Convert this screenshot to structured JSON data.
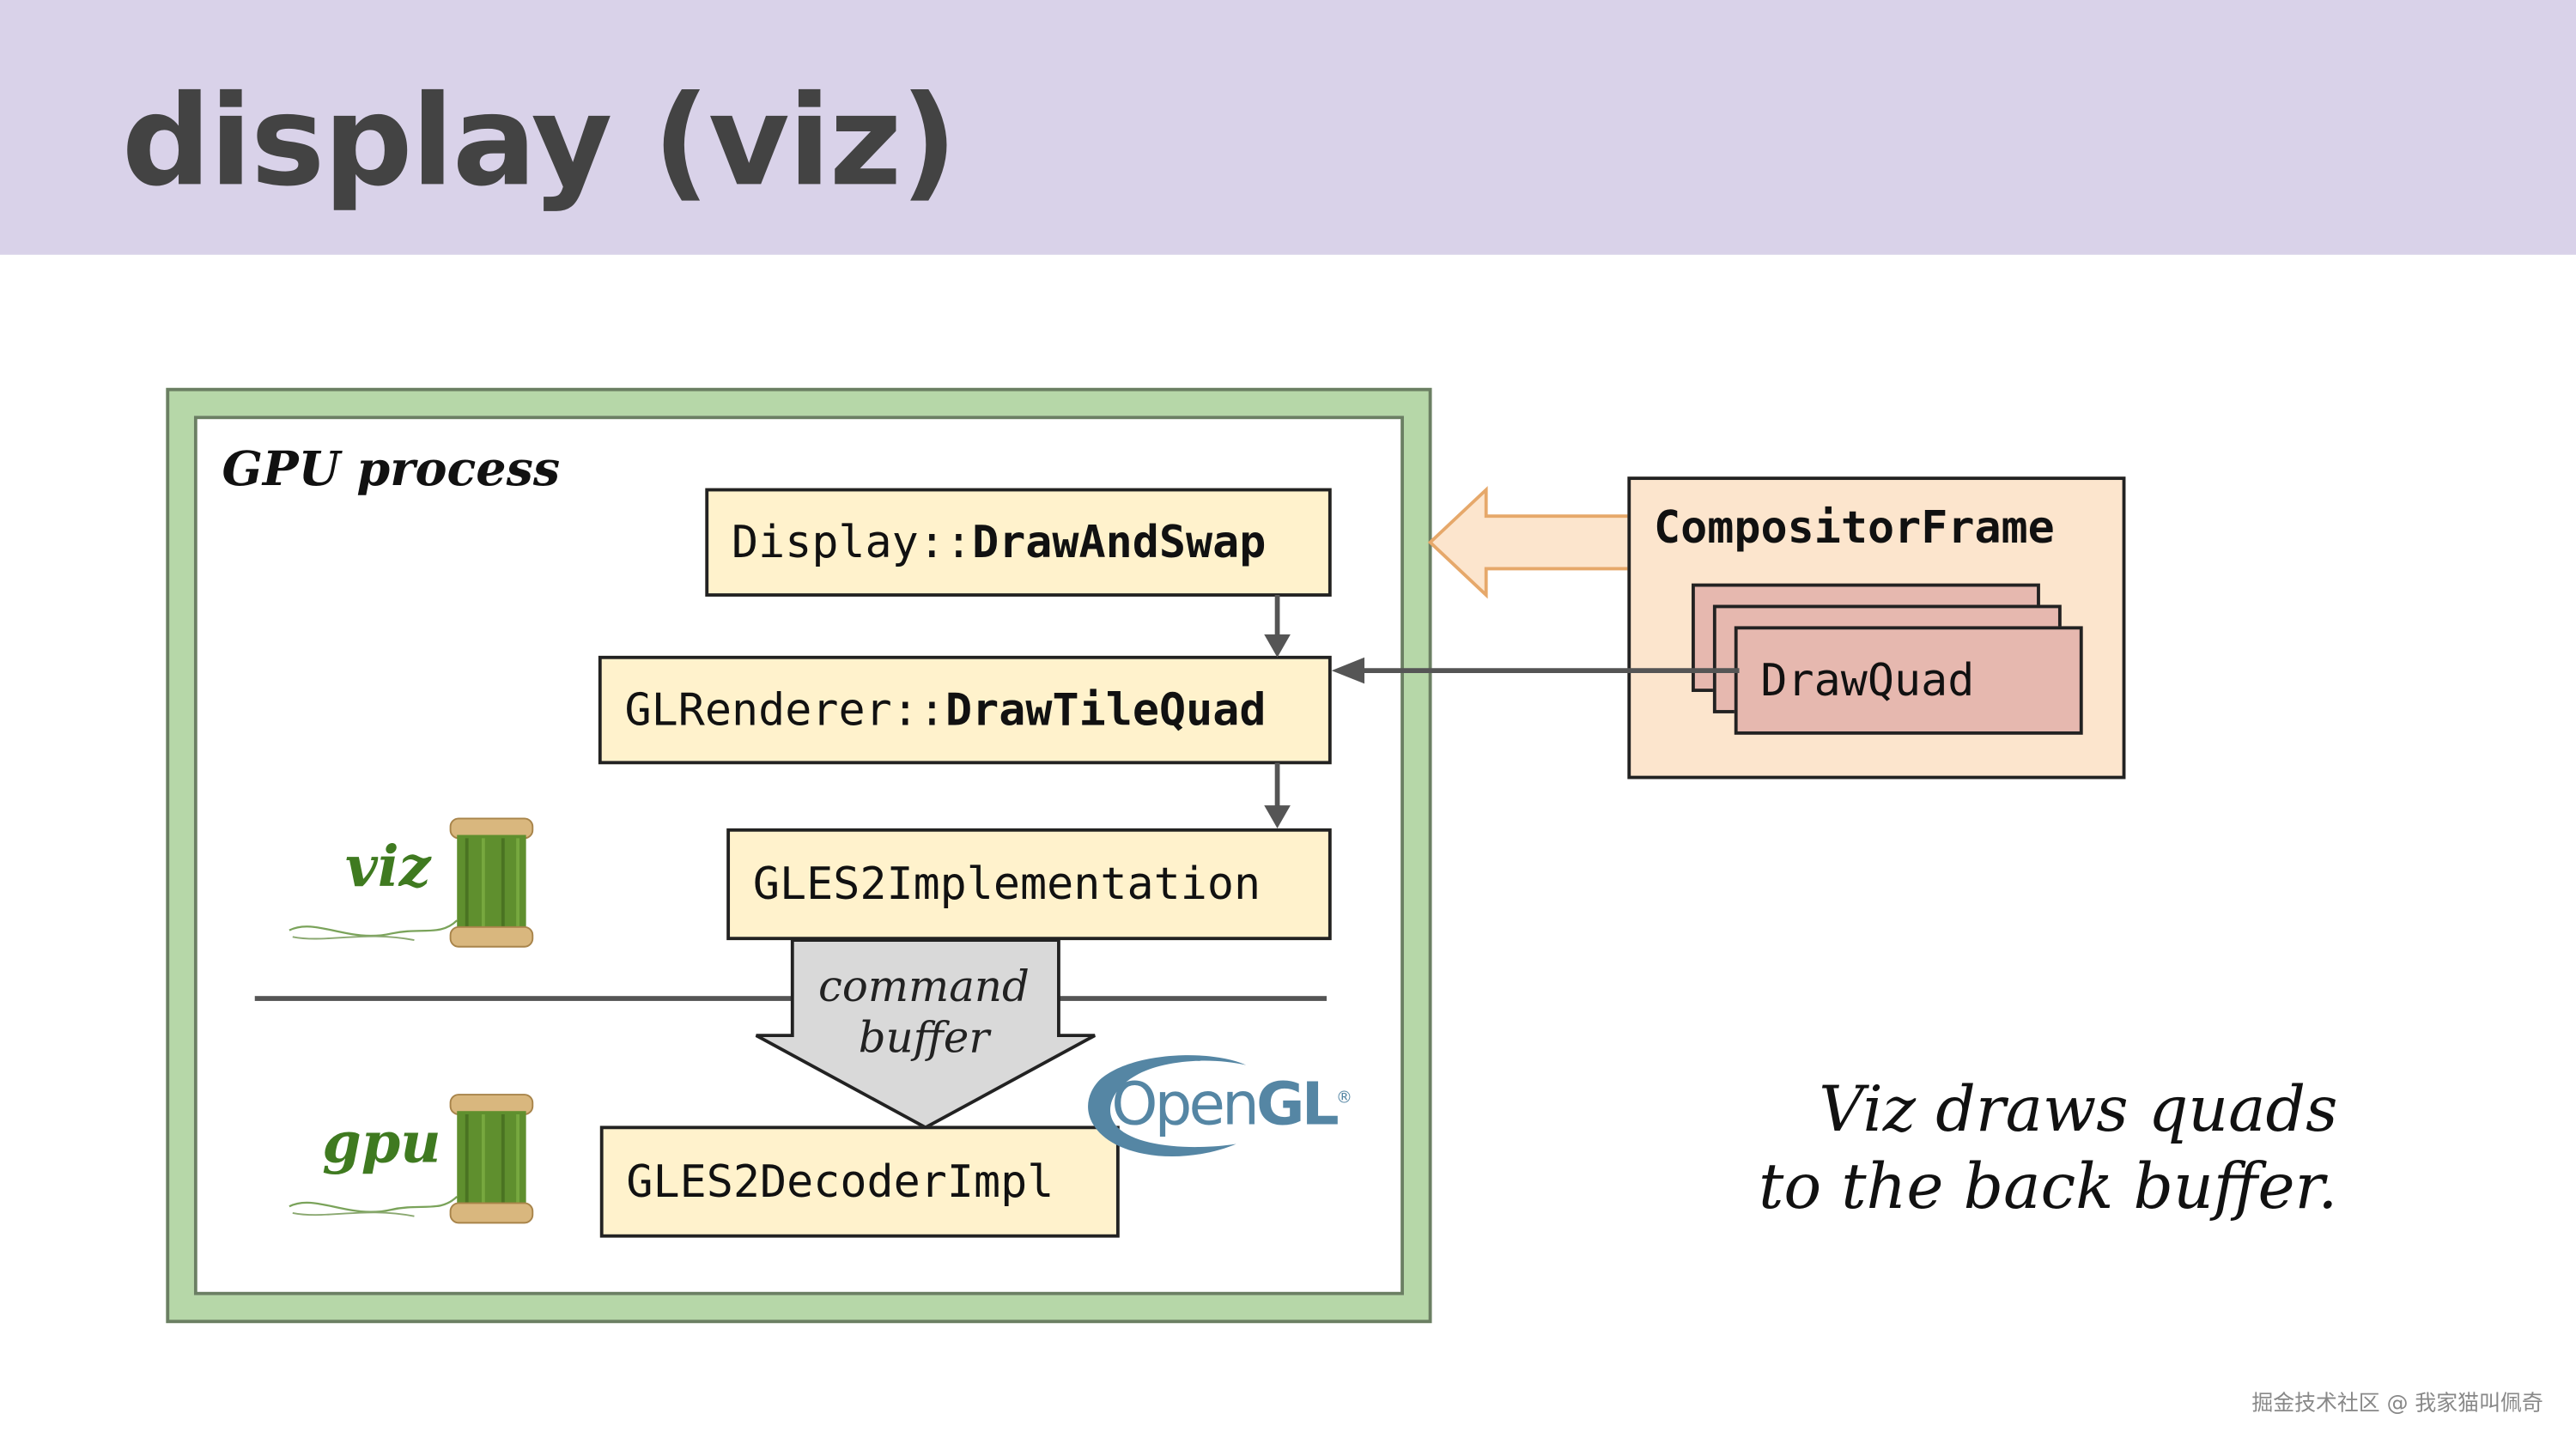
{
  "slide": {
    "title": "display (viz)",
    "gpu_process_label": "GPU process",
    "boxes": {
      "display_prefix": "Display::",
      "display_method": "DrawAndSwap",
      "glrenderer_prefix": "GLRenderer::",
      "glrenderer_method": "DrawTileQuad",
      "gles2_impl": "GLES2Implementation",
      "gles2_decoder": "GLES2DecoderImpl"
    },
    "threads": {
      "viz": "viz",
      "gpu": "gpu"
    },
    "command_buffer": {
      "line1": "command",
      "line2": "buffer"
    },
    "opengl_logo": {
      "part1": "Open",
      "part2": "GL",
      "mark": "®"
    },
    "compositor": {
      "frame_label": "CompositorFrame",
      "quad_label": "DrawQuad"
    },
    "caption": {
      "line1": "Viz draws quads",
      "line2": "to the back buffer."
    },
    "watermark": "掘金技术社区 @ 我家猫叫佩奇"
  },
  "colors": {
    "header_bg": "#d9d2e9",
    "gpu_process_border": "#b6d7a8",
    "function_box": "#fff2cc",
    "compositor_frame": "#fce5cd",
    "draw_quad": "#e6b8af",
    "thread_label": "#3f7a20",
    "input_arrow": "#fce5cd",
    "opengl_logo": "#5586a4"
  },
  "icons": {
    "thread_icon": "spool-of-green-thread-icon",
    "input_arrow": "hollow-left-arrow-icon",
    "logo": "opengl-logo"
  }
}
